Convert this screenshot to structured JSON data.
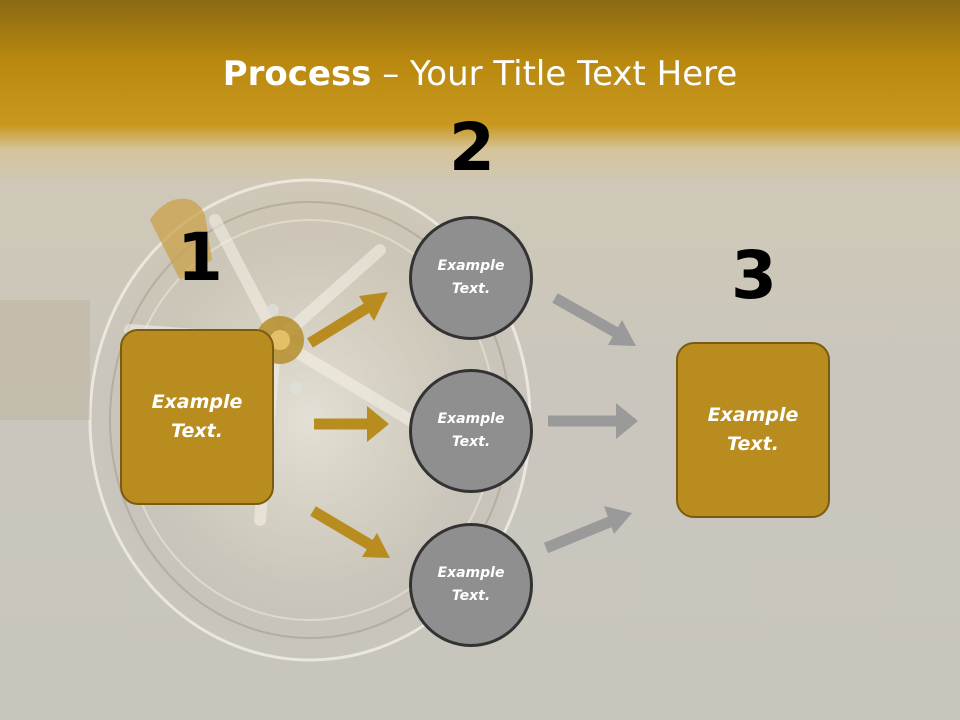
{
  "title": {
    "bold": "Process",
    "rest": " – Your Title Text Here"
  },
  "numbers": {
    "n1": "1",
    "n2": "2",
    "n3": "3"
  },
  "left_box": {
    "text": "Example Text."
  },
  "right_box": {
    "text": "Example Text."
  },
  "circles": [
    {
      "text": "Example Text."
    },
    {
      "text": "Example Text."
    },
    {
      "text": "Example Text."
    }
  ],
  "colors": {
    "accent": "#b88c1e",
    "circle": "#8f8f8f",
    "arrow_gold": "#b88c1e",
    "arrow_gray": "#9a9a9a"
  }
}
